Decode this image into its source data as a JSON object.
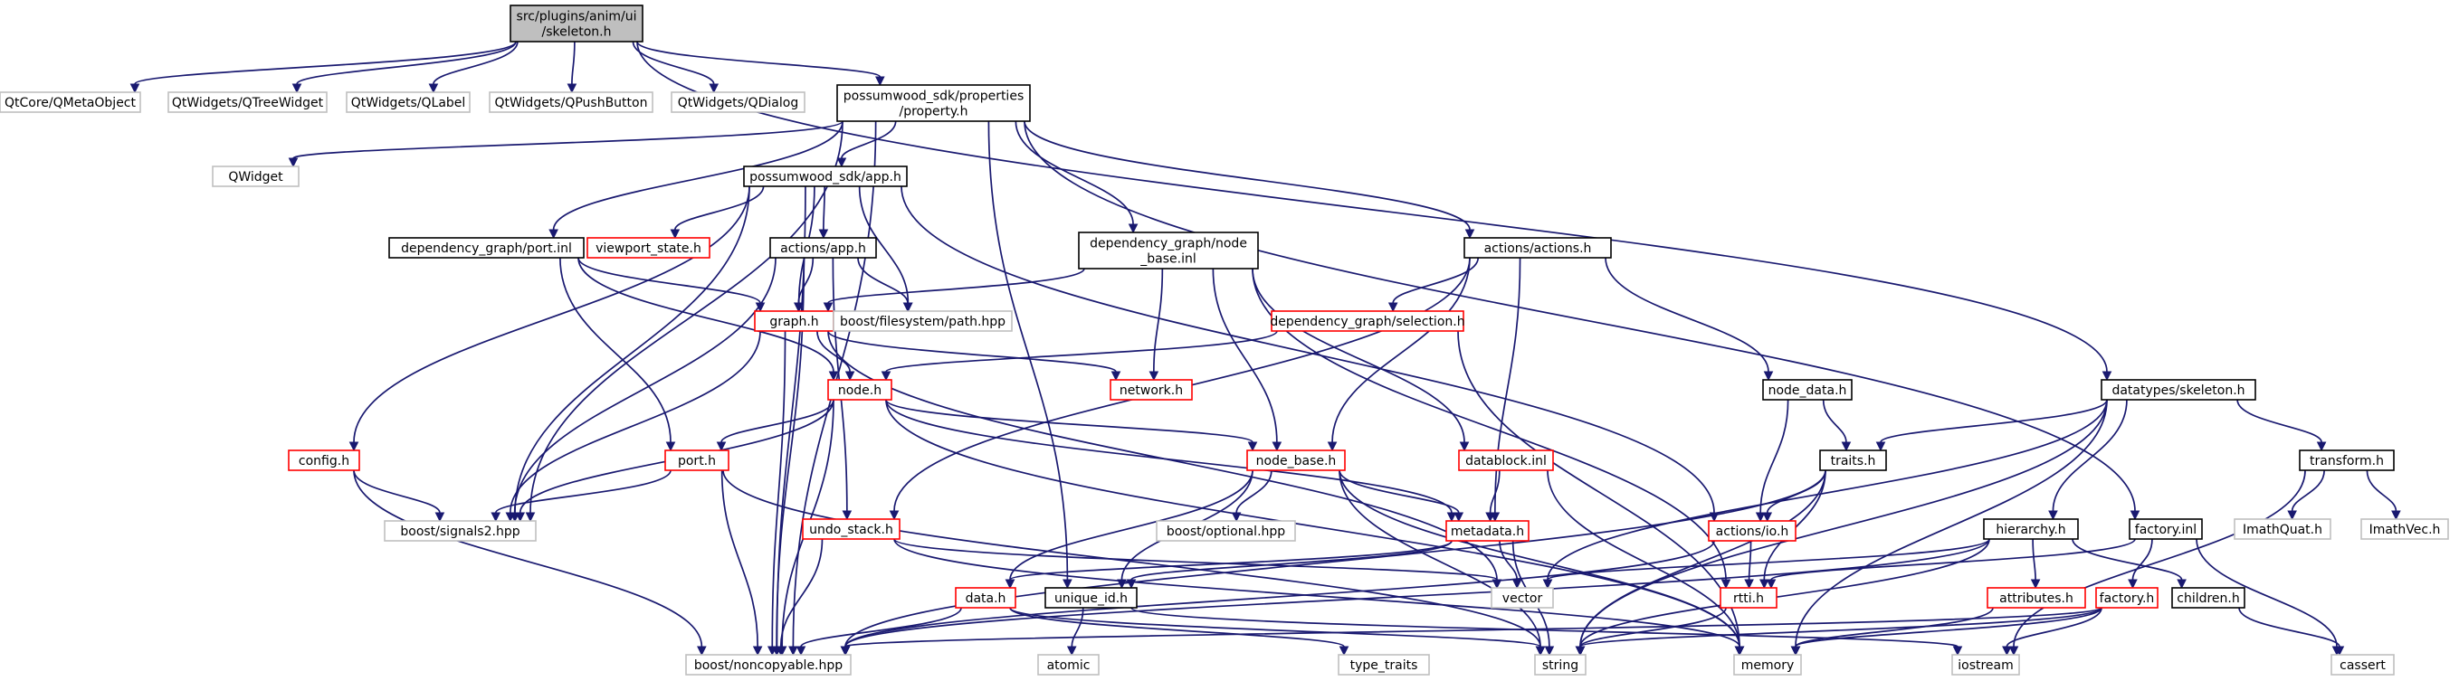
{
  "graph": {
    "colors": {
      "edge": "#191970",
      "root_fill": "#bfbfbf",
      "truncated_border": "#ff0000",
      "external_border": "#bfbfbf"
    },
    "nodes": [
      {
        "id": "root",
        "lines": [
          "src/plugins/anim/ui",
          "/skeleton.h"
        ],
        "kind": "root"
      },
      {
        "id": "qmetaobject",
        "lines": [
          "QtCore/QMetaObject"
        ],
        "kind": "external"
      },
      {
        "id": "qtreewidget",
        "lines": [
          "QtWidgets/QTreeWidget"
        ],
        "kind": "external"
      },
      {
        "id": "qlabel",
        "lines": [
          "QtWidgets/QLabel"
        ],
        "kind": "external"
      },
      {
        "id": "qpushbutton",
        "lines": [
          "QtWidgets/QPushButton"
        ],
        "kind": "external"
      },
      {
        "id": "qdialog",
        "lines": [
          "QtWidgets/QDialog"
        ],
        "kind": "external"
      },
      {
        "id": "property",
        "lines": [
          "possumwood_sdk/properties",
          "/property.h"
        ],
        "kind": "normal"
      },
      {
        "id": "qwidget",
        "lines": [
          "QWidget"
        ],
        "kind": "external"
      },
      {
        "id": "app",
        "lines": [
          "possumwood_sdk/app.h"
        ],
        "kind": "normal"
      },
      {
        "id": "viewport",
        "lines": [
          "viewport_state.h"
        ],
        "kind": "truncated"
      },
      {
        "id": "actions_app",
        "lines": [
          "actions/app.h"
        ],
        "kind": "normal"
      },
      {
        "id": "port_inl",
        "lines": [
          "dependency_graph/port.inl"
        ],
        "kind": "normal"
      },
      {
        "id": "node_base_inl",
        "lines": [
          "dependency_graph/node",
          "_base.inl"
        ],
        "kind": "normal"
      },
      {
        "id": "actions",
        "lines": [
          "actions/actions.h"
        ],
        "kind": "normal"
      },
      {
        "id": "selection",
        "lines": [
          "dependency_graph/selection.h"
        ],
        "kind": "truncated"
      },
      {
        "id": "graph",
        "lines": [
          "graph.h"
        ],
        "kind": "truncated"
      },
      {
        "id": "fs_path",
        "lines": [
          "boost/filesystem/path.hpp"
        ],
        "kind": "external"
      },
      {
        "id": "network",
        "lines": [
          "network.h"
        ],
        "kind": "truncated"
      },
      {
        "id": "node",
        "lines": [
          "node.h"
        ],
        "kind": "truncated"
      },
      {
        "id": "config",
        "lines": [
          "config.h"
        ],
        "kind": "truncated"
      },
      {
        "id": "port",
        "lines": [
          "port.h"
        ],
        "kind": "truncated"
      },
      {
        "id": "signals2",
        "lines": [
          "boost/signals2.hpp"
        ],
        "kind": "external"
      },
      {
        "id": "node_base",
        "lines": [
          "node_base.h"
        ],
        "kind": "truncated"
      },
      {
        "id": "optional",
        "lines": [
          "boost/optional.hpp"
        ],
        "kind": "external"
      },
      {
        "id": "datablock",
        "lines": [
          "datablock.inl"
        ],
        "kind": "truncated"
      },
      {
        "id": "metadata",
        "lines": [
          "metadata.h"
        ],
        "kind": "truncated"
      },
      {
        "id": "undo_stack",
        "lines": [
          "undo_stack.h"
        ],
        "kind": "truncated"
      },
      {
        "id": "node_data",
        "lines": [
          "node_data.h"
        ],
        "kind": "normal"
      },
      {
        "id": "ds_skeleton",
        "lines": [
          "datatypes/skeleton.h"
        ],
        "kind": "normal"
      },
      {
        "id": "traits",
        "lines": [
          "traits.h"
        ],
        "kind": "normal"
      },
      {
        "id": "actions_io",
        "lines": [
          "actions/io.h"
        ],
        "kind": "truncated"
      },
      {
        "id": "rtti",
        "lines": [
          "rtti.h"
        ],
        "kind": "truncated"
      },
      {
        "id": "vector",
        "lines": [
          "vector"
        ],
        "kind": "external"
      },
      {
        "id": "data",
        "lines": [
          "data.h"
        ],
        "kind": "truncated"
      },
      {
        "id": "unique_id",
        "lines": [
          "unique_id.h"
        ],
        "kind": "normal"
      },
      {
        "id": "noncopyable",
        "lines": [
          "boost/noncopyable.hpp"
        ],
        "kind": "external"
      },
      {
        "id": "atomic",
        "lines": [
          "atomic"
        ],
        "kind": "external"
      },
      {
        "id": "type_traits",
        "lines": [
          "type_traits"
        ],
        "kind": "external"
      },
      {
        "id": "string",
        "lines": [
          "string"
        ],
        "kind": "external"
      },
      {
        "id": "memory",
        "lines": [
          "memory"
        ],
        "kind": "external"
      },
      {
        "id": "iostream",
        "lines": [
          "iostream"
        ],
        "kind": "external"
      },
      {
        "id": "cassert",
        "lines": [
          "cassert"
        ],
        "kind": "external"
      },
      {
        "id": "hierarchy",
        "lines": [
          "hierarchy.h"
        ],
        "kind": "normal"
      },
      {
        "id": "attributes",
        "lines": [
          "attributes.h"
        ],
        "kind": "truncated"
      },
      {
        "id": "children",
        "lines": [
          "children.h"
        ],
        "kind": "normal"
      },
      {
        "id": "factory_h",
        "lines": [
          "factory.h"
        ],
        "kind": "truncated"
      },
      {
        "id": "factory_inl",
        "lines": [
          "factory.inl"
        ],
        "kind": "normal"
      },
      {
        "id": "transform",
        "lines": [
          "transform.h"
        ],
        "kind": "normal"
      },
      {
        "id": "imathquat",
        "lines": [
          "ImathQuat.h"
        ],
        "kind": "external"
      },
      {
        "id": "imathvec",
        "lines": [
          "ImathVec.h"
        ],
        "kind": "external"
      }
    ],
    "edges": [
      [
        "root",
        "qmetaobject"
      ],
      [
        "root",
        "qtreewidget"
      ],
      [
        "root",
        "qlabel"
      ],
      [
        "root",
        "qpushbutton"
      ],
      [
        "root",
        "qdialog"
      ],
      [
        "root",
        "property"
      ],
      [
        "root",
        "ds_skeleton"
      ],
      [
        "property",
        "qwidget"
      ],
      [
        "property",
        "app"
      ],
      [
        "property",
        "port_inl"
      ],
      [
        "property",
        "node_base_inl"
      ],
      [
        "property",
        "actions"
      ],
      [
        "property",
        "signals2"
      ],
      [
        "property",
        "noncopyable"
      ],
      [
        "property",
        "unique_id"
      ],
      [
        "property",
        "factory_inl"
      ],
      [
        "app",
        "viewport"
      ],
      [
        "app",
        "actions_app"
      ],
      [
        "app",
        "graph"
      ],
      [
        "app",
        "fs_path"
      ],
      [
        "app",
        "config"
      ],
      [
        "app",
        "signals2"
      ],
      [
        "app",
        "noncopyable"
      ],
      [
        "app",
        "actions_io"
      ],
      [
        "actions_app",
        "graph"
      ],
      [
        "actions_app",
        "fs_path"
      ],
      [
        "actions_app",
        "undo_stack"
      ],
      [
        "actions_app",
        "signals2"
      ],
      [
        "actions_app",
        "noncopyable"
      ],
      [
        "port_inl",
        "graph"
      ],
      [
        "port_inl",
        "node"
      ],
      [
        "port_inl",
        "port"
      ],
      [
        "node_base_inl",
        "graph"
      ],
      [
        "node_base_inl",
        "network"
      ],
      [
        "node_base_inl",
        "node_base"
      ],
      [
        "node_base_inl",
        "datablock"
      ],
      [
        "node_base_inl",
        "rtti"
      ],
      [
        "actions",
        "selection"
      ],
      [
        "actions",
        "undo_stack"
      ],
      [
        "actions",
        "node_base"
      ],
      [
        "actions",
        "metadata"
      ],
      [
        "actions",
        "node_data"
      ],
      [
        "selection",
        "node"
      ],
      [
        "selection",
        "memory"
      ],
      [
        "graph",
        "network"
      ],
      [
        "graph",
        "node"
      ],
      [
        "graph",
        "signals2"
      ],
      [
        "graph",
        "noncopyable"
      ],
      [
        "graph",
        "vector"
      ],
      [
        "node",
        "port"
      ],
      [
        "node",
        "node_base"
      ],
      [
        "node",
        "metadata"
      ],
      [
        "node",
        "signals2"
      ],
      [
        "node",
        "noncopyable"
      ],
      [
        "node",
        "memory"
      ],
      [
        "config",
        "signals2"
      ],
      [
        "config",
        "noncopyable"
      ],
      [
        "port",
        "signals2"
      ],
      [
        "port",
        "noncopyable"
      ],
      [
        "port",
        "string"
      ],
      [
        "node_base",
        "optional"
      ],
      [
        "node_base",
        "metadata"
      ],
      [
        "node_base",
        "data"
      ],
      [
        "node_base",
        "unique_id"
      ],
      [
        "node_base",
        "string"
      ],
      [
        "node_base",
        "memory"
      ],
      [
        "datablock",
        "metadata"
      ],
      [
        "datablock",
        "memory"
      ],
      [
        "metadata",
        "vector"
      ],
      [
        "metadata",
        "unique_id"
      ],
      [
        "metadata",
        "data"
      ],
      [
        "metadata",
        "string"
      ],
      [
        "undo_stack",
        "vector"
      ],
      [
        "undo_stack",
        "noncopyable"
      ],
      [
        "undo_stack",
        "memory"
      ],
      [
        "node_data",
        "traits"
      ],
      [
        "node_data",
        "actions_io"
      ],
      [
        "ds_skeleton",
        "traits"
      ],
      [
        "ds_skeleton",
        "hierarchy"
      ],
      [
        "ds_skeleton",
        "transform"
      ],
      [
        "ds_skeleton",
        "vector"
      ],
      [
        "ds_skeleton",
        "string"
      ],
      [
        "ds_skeleton",
        "memory"
      ],
      [
        "traits",
        "actions_io"
      ],
      [
        "traits",
        "rtti"
      ],
      [
        "traits",
        "noncopyable"
      ],
      [
        "traits",
        "string"
      ],
      [
        "actions_io",
        "rtti"
      ],
      [
        "actions_io",
        "noncopyable"
      ],
      [
        "rtti",
        "string"
      ],
      [
        "data",
        "noncopyable"
      ],
      [
        "data",
        "type_traits"
      ],
      [
        "data",
        "string"
      ],
      [
        "unique_id",
        "atomic"
      ],
      [
        "unique_id",
        "iostream"
      ],
      [
        "hierarchy",
        "attributes"
      ],
      [
        "hierarchy",
        "children"
      ],
      [
        "hierarchy",
        "vector"
      ],
      [
        "hierarchy",
        "string"
      ],
      [
        "hierarchy",
        "noncopyable"
      ],
      [
        "attributes",
        "memory"
      ],
      [
        "children",
        "cassert"
      ],
      [
        "factory_inl",
        "factory_h"
      ],
      [
        "factory_inl",
        "rtti"
      ],
      [
        "factory_inl",
        "cassert"
      ],
      [
        "factory_h",
        "noncopyable"
      ],
      [
        "factory_h",
        "string"
      ],
      [
        "factory_h",
        "memory"
      ],
      [
        "factory_h",
        "iostream"
      ],
      [
        "transform",
        "imathquat"
      ],
      [
        "transform",
        "imathvec"
      ],
      [
        "transform",
        "iostream"
      ]
    ]
  }
}
